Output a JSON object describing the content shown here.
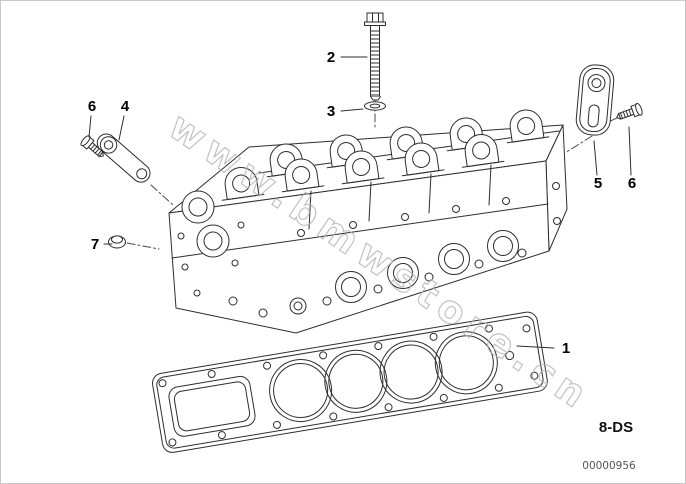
{
  "diagram": {
    "callouts": [
      {
        "label": "1"
      },
      {
        "label": "2"
      },
      {
        "label": "3"
      },
      {
        "label": "4"
      },
      {
        "label": "5"
      },
      {
        "label": "6"
      },
      {
        "label": "6"
      },
      {
        "label": "7"
      }
    ],
    "watermark": "www.bmwstore.cn",
    "drawing_code": "8-DS",
    "document_number": "00000956",
    "line_color": "#2e2e2e",
    "watermark_color": "#b4b4b4"
  }
}
